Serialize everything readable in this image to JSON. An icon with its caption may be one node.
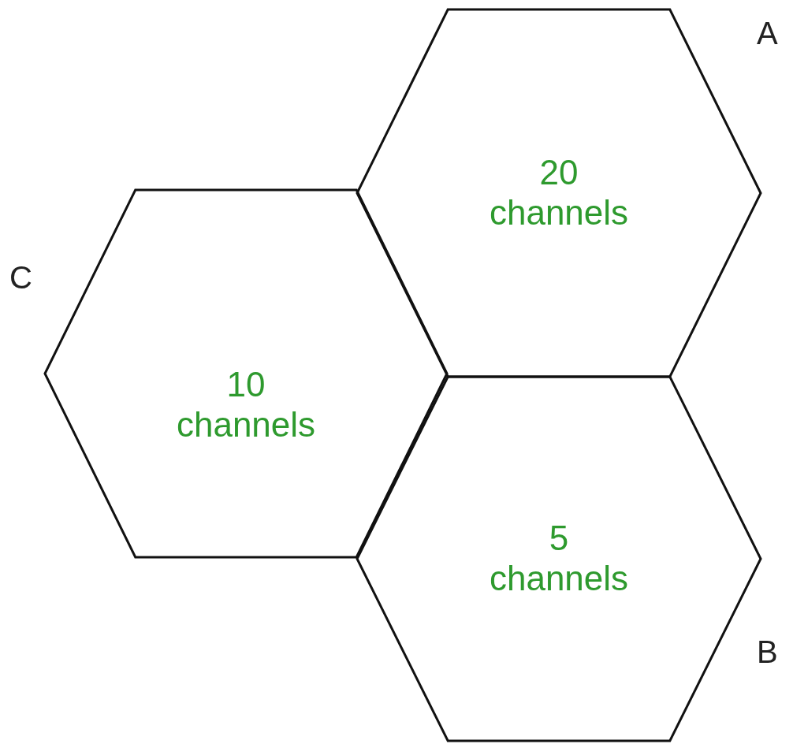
{
  "diagram": {
    "nodes": [
      {
        "text": [
          "20 channels"
        ],
        "beside": [
          "A"
        ]
      },
      {
        "text": [
          "10 channels"
        ],
        "beside": [
          "C"
        ]
      },
      {
        "text": [
          "5 channels"
        ],
        "beside": [
          "B"
        ]
      }
    ],
    "edges": []
  }
}
